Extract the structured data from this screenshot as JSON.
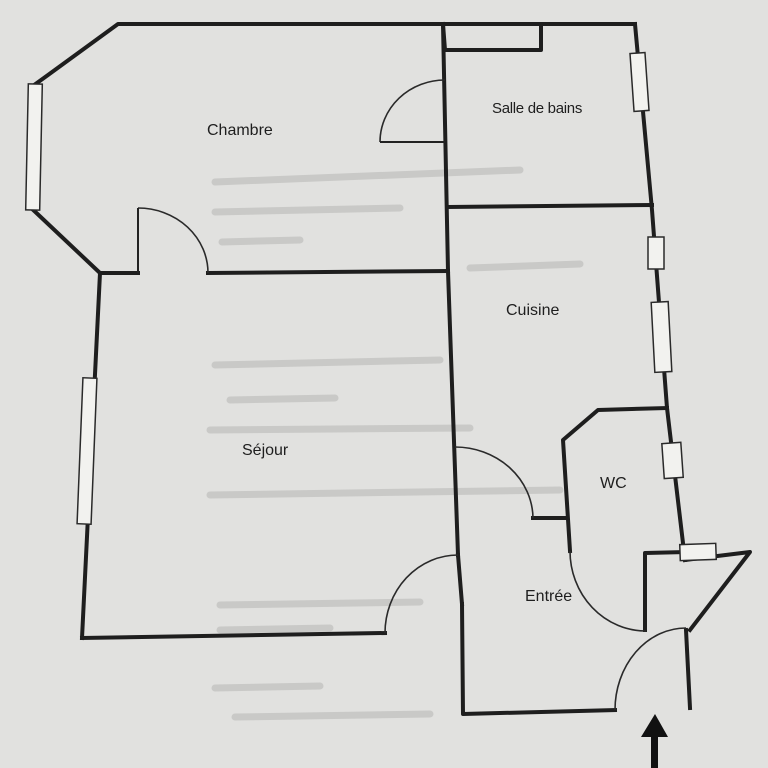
{
  "plan": {
    "rooms": {
      "chambre": "Chambre",
      "salle_de_bains": "Salle de bains",
      "cuisine": "Cuisine",
      "sejour": "Séjour",
      "wc": "WC",
      "entree": "Entrée"
    },
    "colors": {
      "paper": "#e1e1df",
      "wall": "#1e1e1e",
      "window_fill": "#f2f2ef"
    }
  }
}
